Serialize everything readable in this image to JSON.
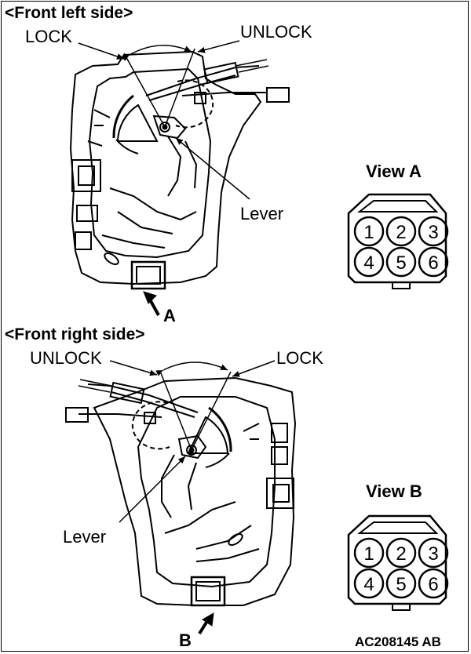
{
  "top": {
    "heading": "<Front left side>",
    "lock": "LOCK",
    "unlock": "UNLOCK",
    "lever": "Lever",
    "arrow": "A"
  },
  "bottom": {
    "heading": "<Front right side>",
    "lock": "LOCK",
    "unlock": "UNLOCK",
    "lever": "Lever",
    "arrow": "B"
  },
  "view_a": {
    "title": "View A",
    "pins": [
      "1",
      "2",
      "3",
      "4",
      "5",
      "6"
    ]
  },
  "view_b": {
    "title": "View B",
    "pins": [
      "1",
      "2",
      "3",
      "4",
      "5",
      "6"
    ]
  },
  "figure_code": "AC208145 AB"
}
